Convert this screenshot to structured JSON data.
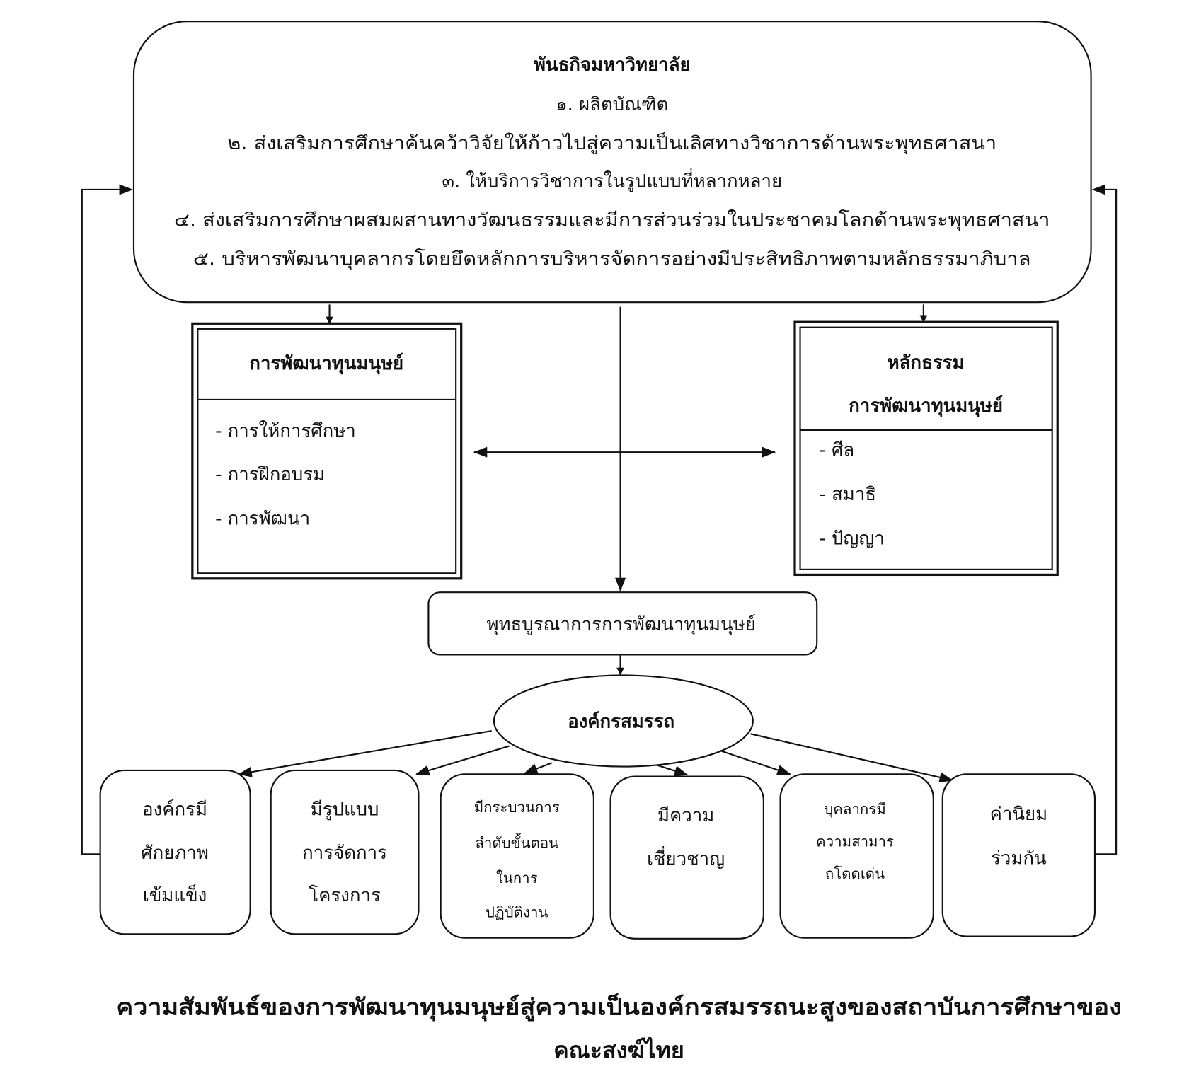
{
  "mission": {
    "title": "พันธกิจมหาวิทยาลัย",
    "items": [
      "๑. ผลิตบัณฑิต",
      "๒. ส่งเสริมการศึกษาค้นคว้าวิจัยให้ก้าวไปสู่ความเป็นเลิศทางวิชาการด้านพระพุทธศาสนา",
      "๓. ให้บริการวิชาการในรูปแบบที่หลากหลาย",
      "๔. ส่งเสริมการศึกษาผสมผสานทางวัฒนธรรมและมีการส่วนร่วมในประชาคมโลกด้านพระพุทธศาสนา",
      "๕. บริหารพัฒนาบุคลากรโดยยึดหลักการบริหารจัดการอย่างมีประสิทธิภาพตามหลักธรรมาภิบาล"
    ]
  },
  "human_capital": {
    "title": "การพัฒนาทุนมนุษย์",
    "items": [
      "- การให้การศึกษา",
      "- การฝึกอบรม",
      "- การพัฒนา"
    ]
  },
  "dhamma": {
    "title_line1": "หลักธรรม",
    "title_line2": "การพัฒนาทุนมนุษย์",
    "items": [
      "- ศีล",
      "- สมาธิ",
      "- ปัญญา"
    ]
  },
  "integration": "พุทธบูรณาการการพัฒนาทุนมนุษย์",
  "competent_org": "องค์กรสมรรถ",
  "outcomes": [
    {
      "lines": [
        "องค์กรมี",
        "ศักยภาพ",
        "เข้มแข็ง"
      ]
    },
    {
      "lines": [
        "มีรูปแบบ",
        "การจัดการ",
        "โครงการ"
      ]
    },
    {
      "lines": [
        "มีกระบวนการ",
        "ลำดับขั้นตอน",
        "ในการ",
        "ปฏิบัติงาน"
      ]
    },
    {
      "lines": [
        "มีความ",
        "เชี่ยวชาญ"
      ]
    },
    {
      "lines": [
        "บุคลากรมี",
        "ความสามาร",
        "ถโดดเด่น"
      ]
    },
    {
      "lines": [
        "ค่านิยม",
        "ร่วมกัน"
      ]
    }
  ],
  "caption": {
    "line1": "ความสัมพันธ์ของการพัฒนาทุนมนุษย์สู่ความเป็นองค์กรสมรรถนะสูงของสถาบันการศึกษาของ",
    "line2": "คณะสงฆ์ไทย"
  }
}
